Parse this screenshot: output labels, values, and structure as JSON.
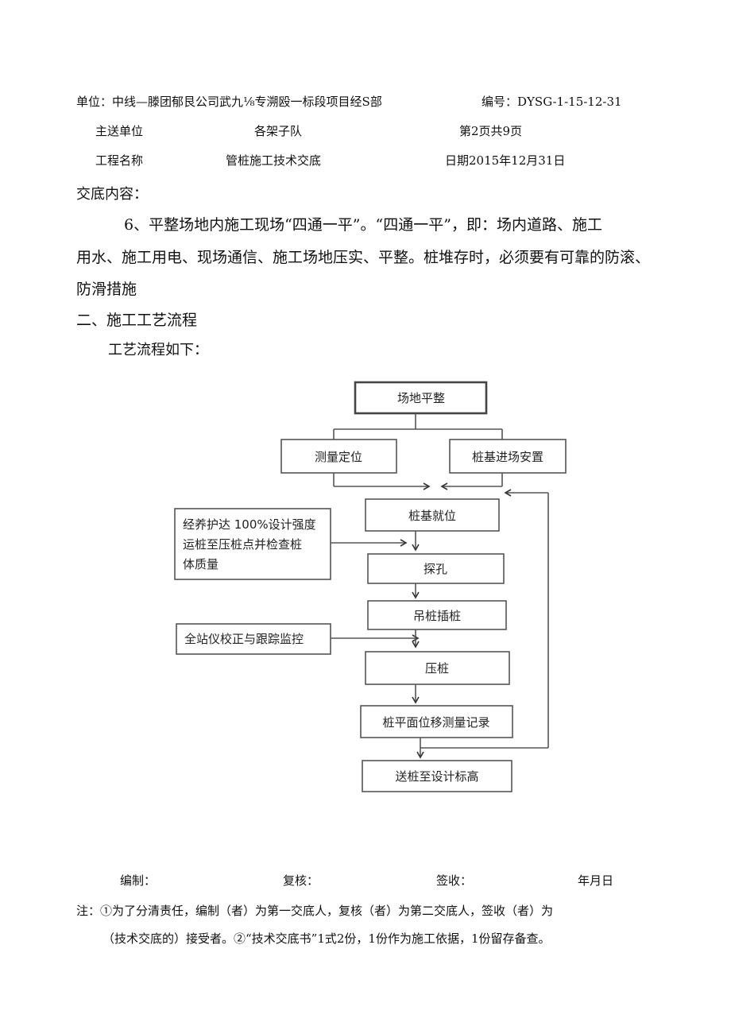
{
  "header": {
    "unit": "单位：中线—滕团郁艮公司武九⅛专溯殴一标段项目经S部",
    "code": "编号：DYSG-1-15-12-31",
    "recipient_label": "主送单位",
    "recipient_value": "各架子队",
    "page_info": "第2页共9页",
    "project_label": "工程名称",
    "project_value": "管桩施工技术交底",
    "date": "日期2015年12月31日"
  },
  "content": {
    "heading": "交底内容：",
    "para_line1": "6、平整场地内施工现场“四通一平”。“四通一平”，即：场内道路、施工",
    "para_line2": "用水、施工用电、现场通信、施工场地压实、平整。桩堆存时，必须要有可靠的防滚、",
    "para_line3": "防滑措施",
    "section_title": "二、施工工艺流程",
    "flow_intro": "工艺流程如下："
  },
  "flowchart": {
    "site_leveling": "场地平整",
    "survey_positioning": "测量定位",
    "pile_delivery": "桩基进场安置",
    "pile_positioning": "桩基就位",
    "side_note1_line1": "经养护达 100%设计强度",
    "side_note1_line2": "运桩至压桩点并检查桩",
    "side_note1_line3": "体质量",
    "probe_hole": "探孔",
    "hoist_insert": "吊桩插桩",
    "side_note2": "全站仪校正与跟踪监控",
    "press_pile": "压桩",
    "displacement_record": "桩平面位移测量记录",
    "send_to_elevation": "送桩至设计标高"
  },
  "signatures": {
    "compiled": "编制：",
    "reviewed": "复核：",
    "received": "签收：",
    "date": "年月日"
  },
  "note": {
    "line1": "注：①为了分清责任，编制（者）为第一交底人，复核（者）为第二交底人，签收（者）为",
    "line2": "（技术交底的）接受者。②“技术交底书”1式2份，1份作为施工依据，1份留存备查。"
  }
}
